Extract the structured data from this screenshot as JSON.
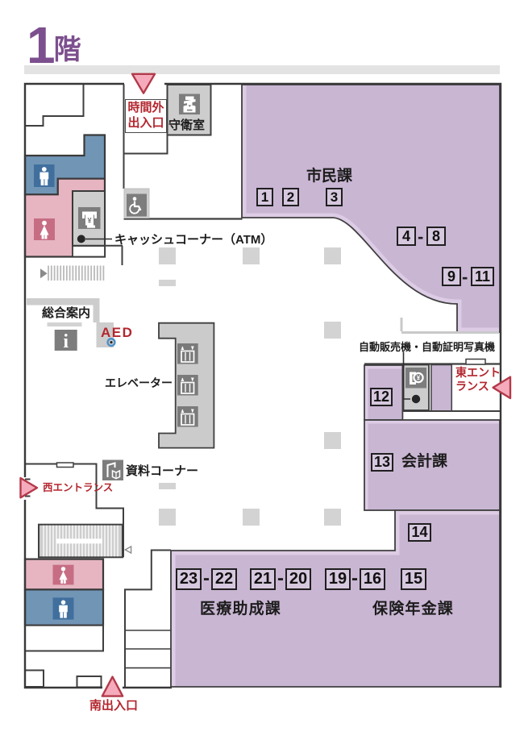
{
  "floor_title": {
    "digit": "1",
    "kanji": "階"
  },
  "departments": {
    "citizens": "市民課",
    "accounting": "会計課",
    "medical_assistance": "医療助成課",
    "insurance_pension": "保険年金課"
  },
  "entrances": {
    "after_hours_line1": "時間外",
    "after_hours_line2": "出入口",
    "west": "西エントランス",
    "east_line1": "東エント",
    "east_line2": "ランス",
    "south": "南出入口"
  },
  "facilities": {
    "guard_room": "守衛室",
    "atm": "キャッシュコーナー（ATM）",
    "information": "総合案内",
    "aed": "AED",
    "elevator": "エレベーター",
    "documents_corner": "資料コーナー",
    "vending": "自動販売機・自動証明写真機"
  },
  "counters": {
    "n1": "1",
    "n2": "2",
    "n3": "3",
    "n4": "4",
    "n8": "8",
    "n9": "9",
    "n11": "11",
    "n12": "12",
    "n13": "13",
    "n14": "14",
    "n15": "15",
    "n16": "16",
    "n19": "19",
    "n20": "20",
    "n21": "21",
    "n22": "22",
    "n23": "23",
    "sep": "-"
  },
  "glyphs": {
    "information": "i",
    "yen": "¥"
  },
  "icons": {
    "after_hours_arrow": "triangle-down-icon",
    "west_arrow": "triangle-right-icon",
    "east_arrow": "triangle-left-icon",
    "south_arrow": "triangle-up-icon",
    "escalator_direction": "triangle-right-small-icon",
    "stairs_direction": "triangle-left-small-icon",
    "guard": "guard-icon",
    "atm": "atm-icon",
    "wheelchair": "wheelchair-icon",
    "male_restroom": "male-figure-icon",
    "female_restroom": "female-figure-icon",
    "information": "information-i-icon",
    "aed": "aed-circle-icon",
    "elevator": "elevator-icon",
    "documents": "book-rack-icon",
    "vending": "vending-coin-icon"
  },
  "colors": {
    "title_purple": "#7c4f8e",
    "area_purple": "#c9b6d3",
    "area_purple_light": "#ddcce5",
    "wall_dark": "#3f3f3f",
    "wall_light": "#c9c9c9",
    "panel_gray": "#cdcdcd",
    "icon_box_gray": "#7d7d7d",
    "pillar_gray": "#d3d3d3",
    "male_blue_area": "#7195b5",
    "male_blue_icon": "#406f9e",
    "female_pink_area": "#e6b5c1",
    "female_pink_icon": "#c76d83",
    "triangle_fill": "#f6abbc",
    "triangle_border": "#b23a4a",
    "label_red": "#b3262e",
    "aed_ring_blue": "#4a90c8"
  }
}
